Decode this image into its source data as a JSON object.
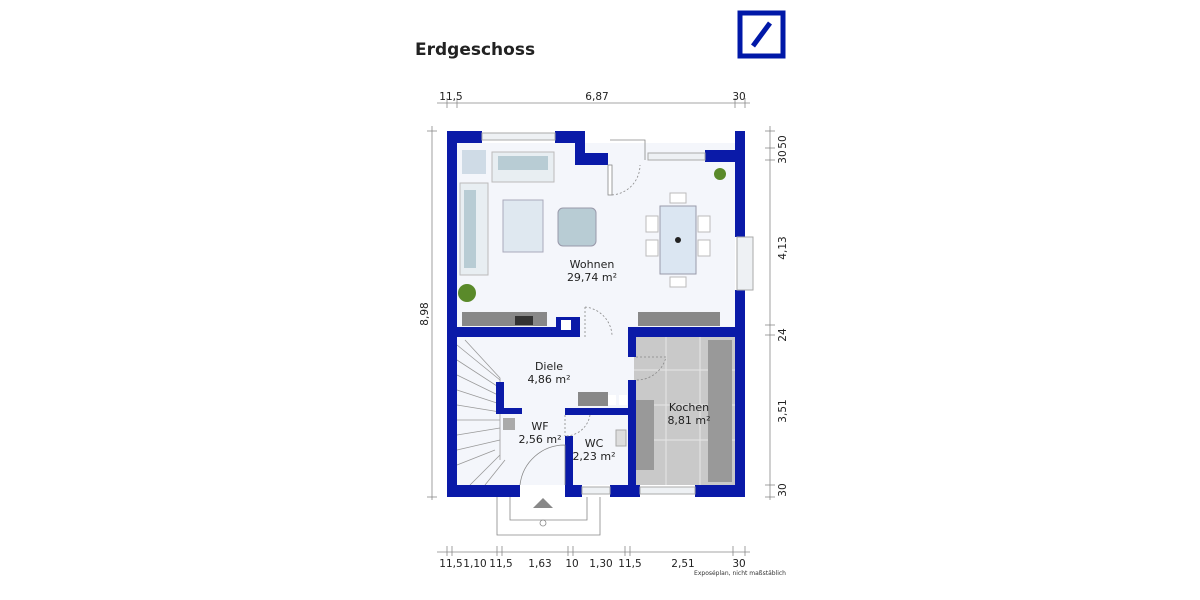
{
  "title": "Erdgeschoss",
  "logo": {
    "name": "bank-logo",
    "color": "#0018a8"
  },
  "colors": {
    "walls": "#0a1aa8",
    "floor": "#f4f6fb",
    "kitchen_floor": "#c8c8c8"
  },
  "rooms": [
    {
      "name": "Wohnen",
      "area": "29,74 m²"
    },
    {
      "name": "Diele",
      "area": "4,86 m²"
    },
    {
      "name": "WF",
      "area": "2,56 m²"
    },
    {
      "name": "WC",
      "area": "2,23 m²"
    },
    {
      "name": "Kochen",
      "area": "8,81 m²"
    }
  ],
  "dimensions": {
    "top": [
      "11,5",
      "6,87",
      "30"
    ],
    "left": [
      "8,98"
    ],
    "right": [
      "50",
      "30",
      "4,13",
      "24",
      "3,51",
      "30"
    ],
    "bottom": [
      "11,5",
      "1,10",
      "11,5",
      "1,63",
      "10",
      "1,30",
      "11,5",
      "2,51",
      "30"
    ]
  },
  "note": "Exposéplan, nicht maßstäblich"
}
